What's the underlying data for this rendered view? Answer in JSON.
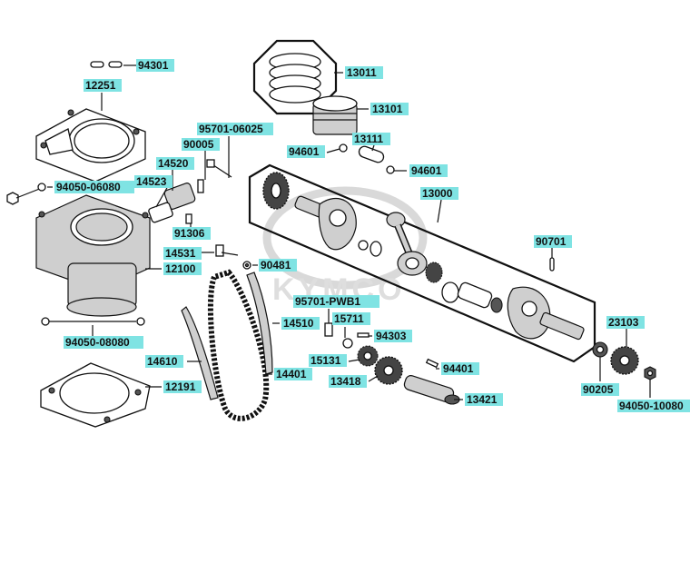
{
  "diagram": {
    "watermark": "KYMCO",
    "part_numbers": [
      "94301",
      "12251",
      "95701-06025",
      "90005",
      "14520",
      "14523",
      "94050-06080",
      "91306",
      "14531",
      "90481",
      "12100",
      "14510",
      "94050-08080",
      "95701-PWB1",
      "15711",
      "94303",
      "15131",
      "14610",
      "14401",
      "13418",
      "94401",
      "12191",
      "13421",
      "13011",
      "13101",
      "94601",
      "13111",
      "94601",
      "13000",
      "90701",
      "23103",
      "90205",
      "94050-10080"
    ]
  }
}
